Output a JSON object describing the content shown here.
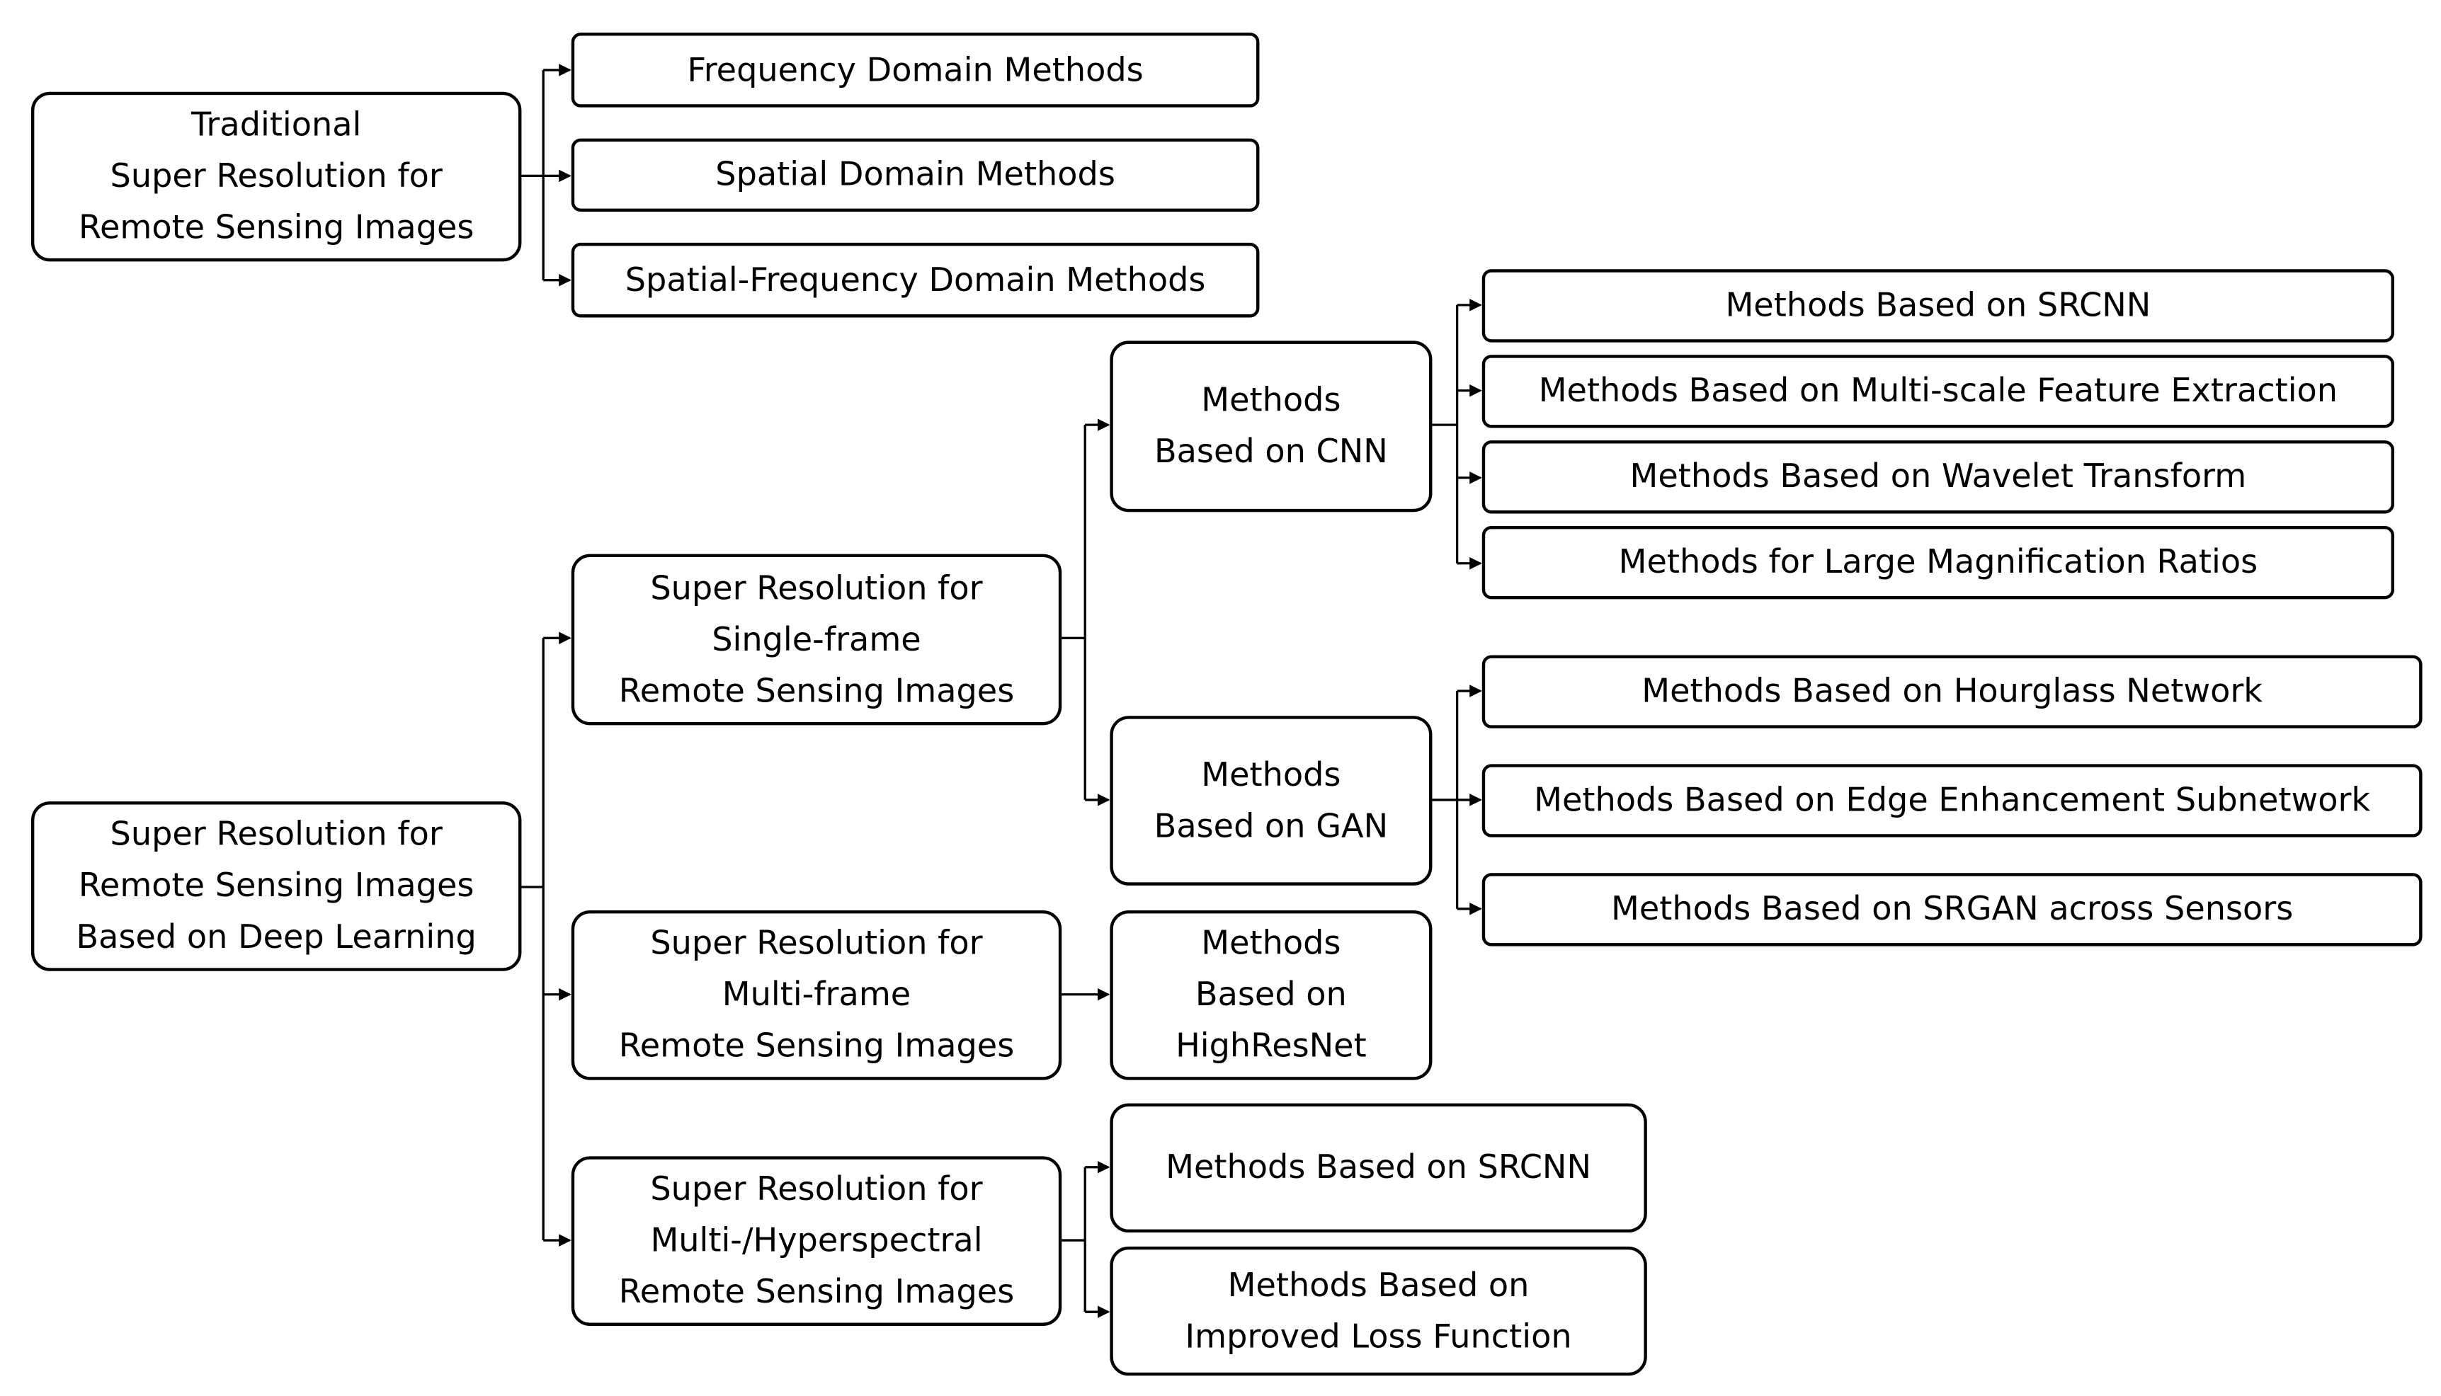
{
  "nodes": {
    "traditional": "Traditional\nSuper Resolution for\nRemote Sensing Images",
    "frequency_domain": "Frequency Domain Methods",
    "spatial_domain": "Spatial Domain Methods",
    "spatial_frequency_domain": "Spatial-Frequency Domain Methods",
    "deep_learning": "Super Resolution for\nRemote Sensing Images\nBased on Deep Learning",
    "single_frame": "Super Resolution for\nSingle-frame\nRemote Sensing Images",
    "multi_frame": "Super Resolution for\nMulti-frame\nRemote Sensing Images",
    "hyperspectral": "Super Resolution for\nMulti-/Hyperspectral\nRemote Sensing Images",
    "cnn": "Methods\nBased on CNN",
    "gan": "Methods\nBased on GAN",
    "highresnet": "Methods\nBased on\nHighResNet",
    "cnn_srcnn": "Methods Based on SRCNN",
    "cnn_multiscale": "Methods Based on Multi-scale Feature Extraction",
    "cnn_wavelet": "Methods Based on Wavelet Transform",
    "cnn_large_mag": "Methods for Large Magnification Ratios",
    "gan_hourglass": "Methods Based on Hourglass Network",
    "gan_edge": "Methods Based on Edge Enhancement Subnetwork",
    "gan_srgan": "Methods Based on SRGAN across Sensors",
    "hs_srcnn": "Methods Based on SRCNN",
    "hs_loss": "Methods Based on\nImproved Loss Function"
  }
}
